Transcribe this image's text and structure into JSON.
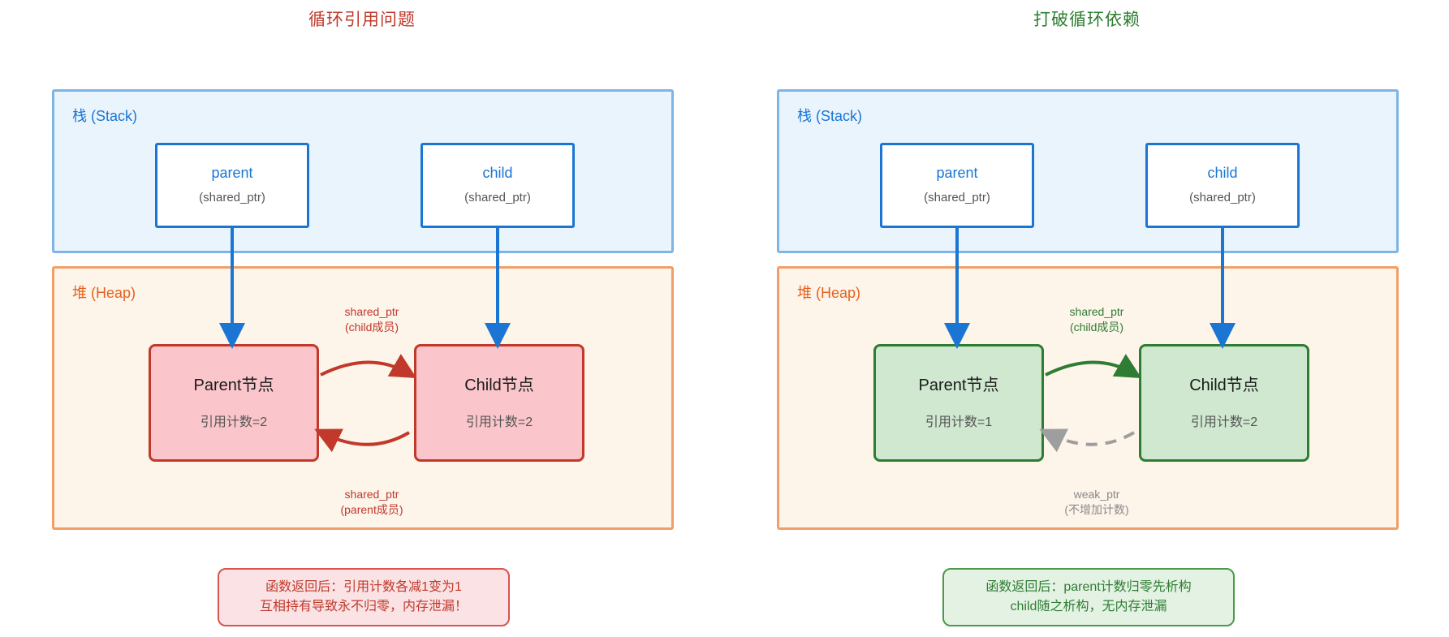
{
  "panels": [
    {
      "title": "循环引用问题",
      "accent": "#c0392b",
      "stack": {
        "label": "栈 (Stack)",
        "vars": [
          {
            "name": "parent",
            "type": "(shared_ptr)"
          },
          {
            "name": "child",
            "type": "(shared_ptr)"
          }
        ]
      },
      "heap": {
        "label": "堆 (Heap)",
        "nodes": [
          {
            "title": "Parent节点",
            "count": "引用计数=2"
          },
          {
            "title": "Child节点",
            "count": "引用计数=2"
          }
        ],
        "edges": {
          "top": "shared_ptr\n(child成员)",
          "bottom": "shared_ptr\n(parent成员)"
        }
      },
      "note": "函数返回后：引用计数各减1变为1\n互相持有导致永不归零，内存泄漏！"
    },
    {
      "title": "打破循环依赖",
      "accent": "#2e7d32",
      "stack": {
        "label": "栈 (Stack)",
        "vars": [
          {
            "name": "parent",
            "type": "(shared_ptr)"
          },
          {
            "name": "child",
            "type": "(shared_ptr)"
          }
        ]
      },
      "heap": {
        "label": "堆 (Heap)",
        "nodes": [
          {
            "title": "Parent节点",
            "count": "引用计数=1"
          },
          {
            "title": "Child节点",
            "count": "引用计数=2"
          }
        ],
        "edges": {
          "top": "shared_ptr\n(child成员)",
          "bottom": "weak_ptr\n(不增加计数)"
        }
      },
      "note": "函数返回后：parent计数归零先析构\nchild随之析构，无内存泄漏"
    }
  ],
  "colors": {
    "stack_border": "#7fb4e3",
    "stack_fill": "#eaf4fd",
    "heap_border": "#f0a066",
    "heap_fill": "#fdf4ea",
    "pointer_blue": "#1a76d2",
    "leak_red": "#c0392b",
    "ok_green": "#2e7d32",
    "weak_gray": "#9e9e9e"
  }
}
